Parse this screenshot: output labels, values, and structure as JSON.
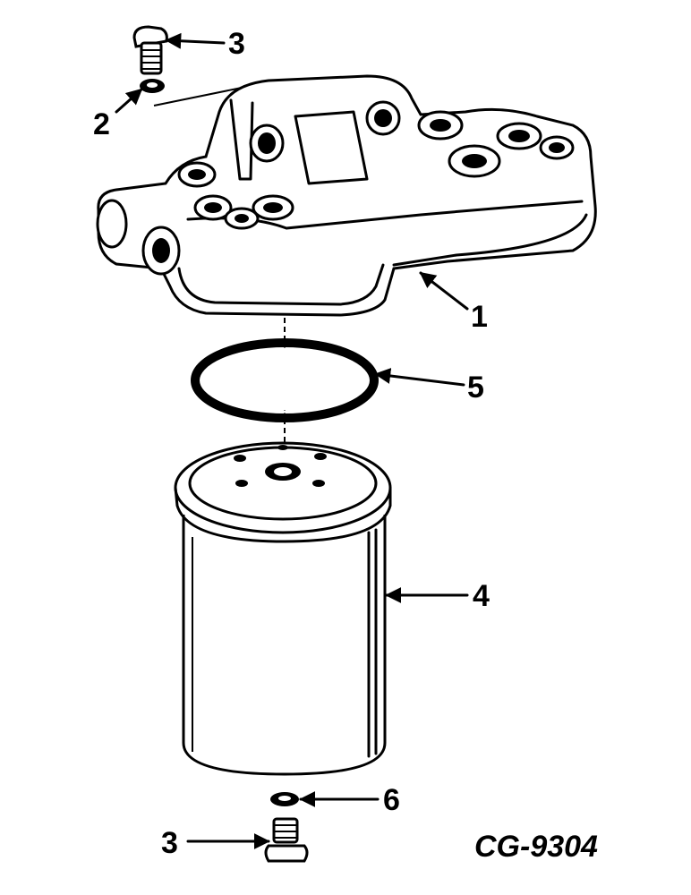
{
  "figure_code": "CG-9304",
  "callouts": [
    {
      "id": "bolt-top",
      "label": "3"
    },
    {
      "id": "washer",
      "label": "2"
    },
    {
      "id": "filter-head",
      "label": "1"
    },
    {
      "id": "seal-ring",
      "label": "5"
    },
    {
      "id": "filter-element",
      "label": "4"
    },
    {
      "id": "drain-seal",
      "label": "6"
    },
    {
      "id": "drain-plug",
      "label": "3"
    }
  ]
}
